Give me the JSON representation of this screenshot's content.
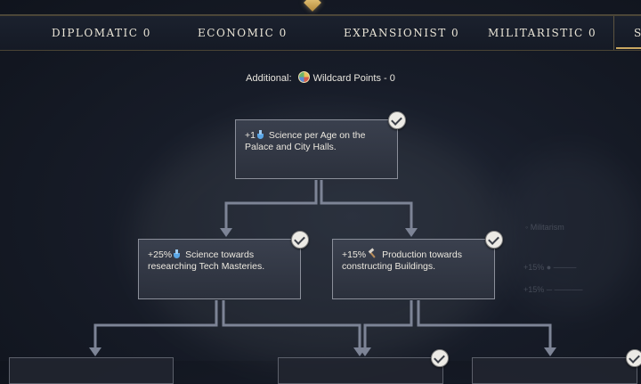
{
  "header": {
    "tabs": [
      {
        "label": "DIPLOMATIC 0"
      },
      {
        "label": "ECONOMIC 0"
      },
      {
        "label": "EXPANSIONIST 0"
      },
      {
        "label": "MILITARISTIC 0"
      },
      {
        "label": "S"
      }
    ]
  },
  "additional": {
    "prefix": "Additional:",
    "text": "Wildcard Points - 0"
  },
  "tree": {
    "root": {
      "amount": "+1",
      "text": "Science per Age on the Palace and City Halls.",
      "icon": "science-icon",
      "checked": true
    },
    "left": {
      "amount": "+25%",
      "text": "Science towards researching Tech Masteries.",
      "icon": "science-icon",
      "checked": true
    },
    "right": {
      "amount": "+15%",
      "text": "Production towards constructing Buildings.",
      "icon": "production-icon",
      "checked": true
    }
  },
  "colors": {
    "connector": "#7d8496",
    "accent": "#c9a861",
    "panel_border": "#8b8f9a"
  }
}
